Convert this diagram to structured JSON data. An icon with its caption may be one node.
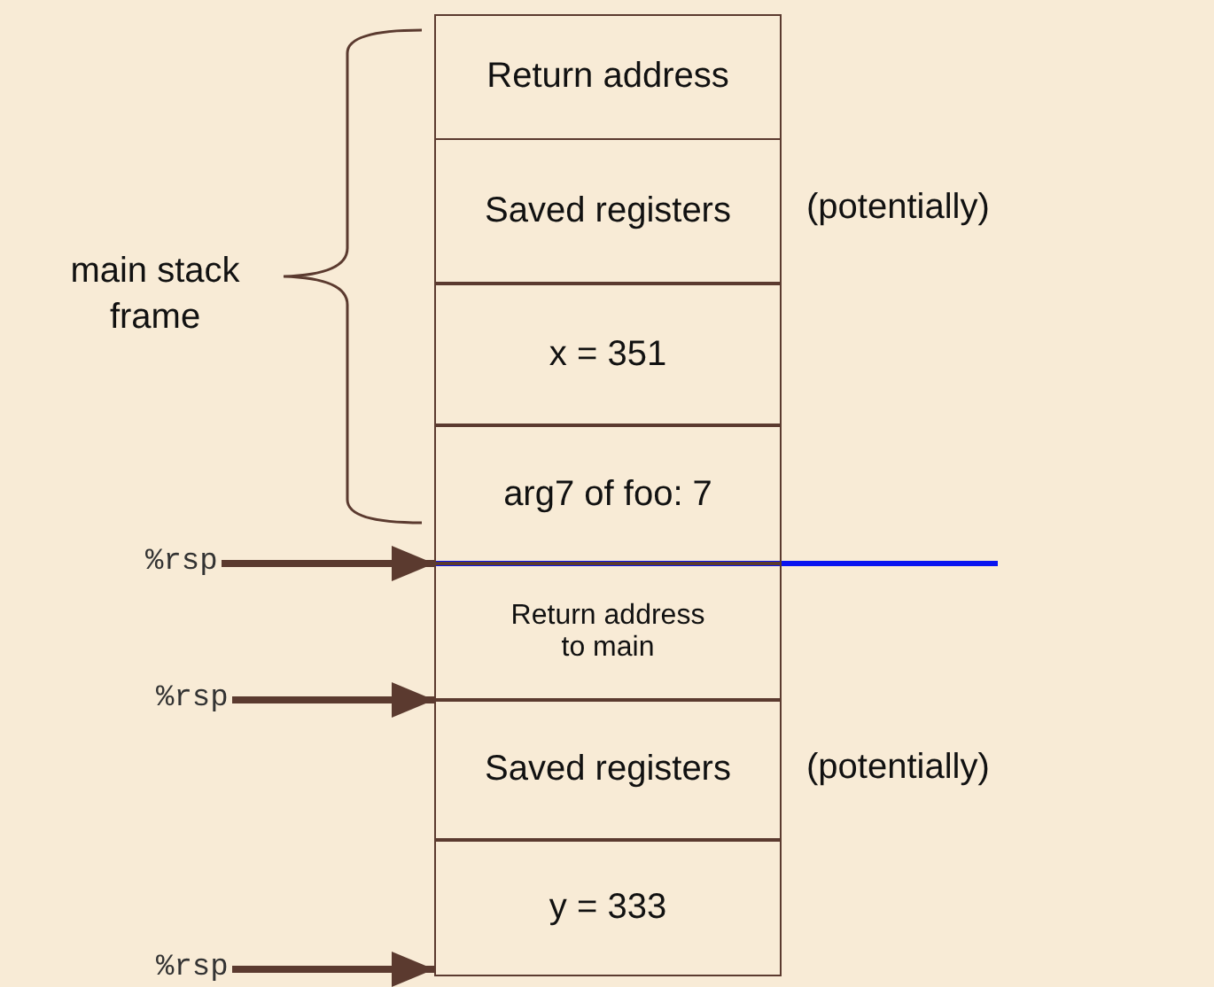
{
  "diagram": {
    "nodes": [
      {
        "text": [
          "Return address"
        ]
      },
      {
        "text": [
          "Saved registers"
        ],
        "beside": [
          "(potentially)"
        ]
      },
      {
        "text": [
          "x = 351"
        ]
      },
      {
        "text": [
          "arg7 of foo: 7"
        ]
      },
      {
        "text": [
          "Return address to main"
        ]
      },
      {
        "text": [
          "Saved registers"
        ],
        "beside": [
          "(potentially)"
        ]
      },
      {
        "text": [
          "y = 333"
        ]
      },
      {
        "text": [
          "%rsp"
        ]
      },
      {
        "text": [
          "%rsp"
        ]
      },
      {
        "text": [
          "%rsp"
        ]
      }
    ],
    "edges": [
      {
        "from": 7,
        "to": 4,
        "arrow": "to"
      },
      {
        "from": 8,
        "to": 5,
        "arrow": "to"
      },
      {
        "from": 9,
        "to": 6,
        "arrow": "to"
      }
    ],
    "labels": [
      "main stack frame"
    ]
  }
}
